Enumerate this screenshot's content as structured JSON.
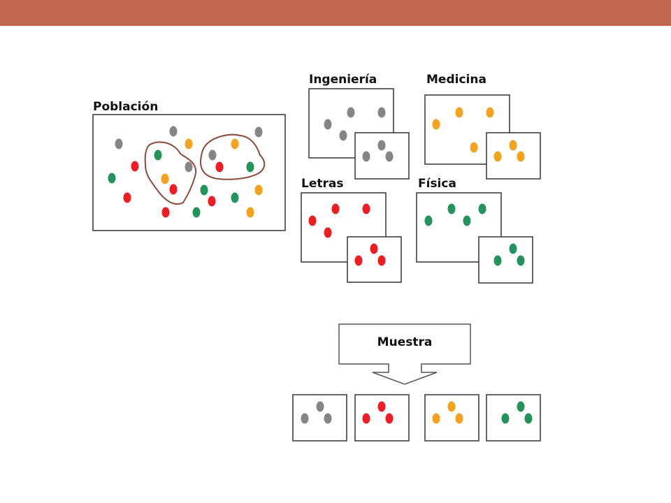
{
  "colors": {
    "header": "#c0674e",
    "gray": "#858585",
    "red": "#ee1c23",
    "orange": "#f5a21d",
    "green": "#23935c",
    "cluster_outline": "#8b4a3a"
  },
  "labels": {
    "population": "Población",
    "ingenieria": "Ingeniería",
    "medicina": "Medicina",
    "letras": "Letras",
    "fisica": "Física",
    "sample": "Muestra"
  }
}
